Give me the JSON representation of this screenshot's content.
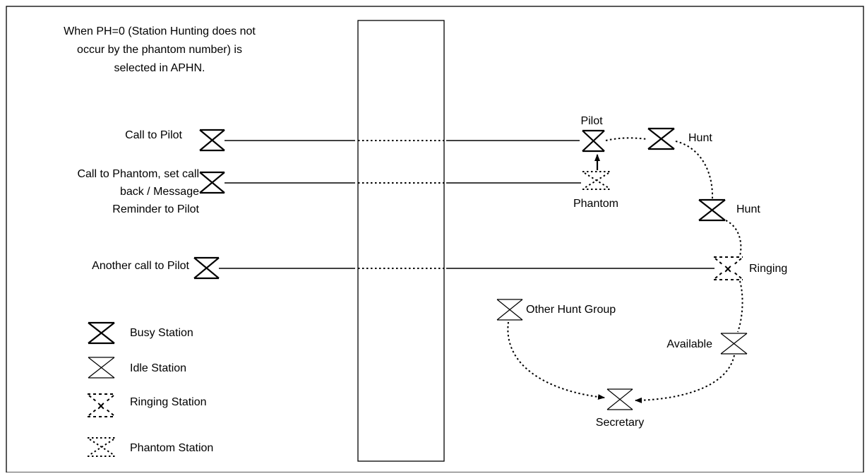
{
  "note": {
    "line1": "When PH=0 (Station Hunting does not",
    "line2": "occur by the phantom number) is",
    "line3": "selected in APHN."
  },
  "calls": {
    "pilot": "Call to Pilot",
    "phantom_line1": "Call to Phantom, set call",
    "phantom_line2": "back / Message",
    "phantom_line3": "Reminder to Pilot",
    "another": "Another call to Pilot"
  },
  "stations": {
    "pilot": "Pilot",
    "phantom": "Phantom",
    "hunt1": "Hunt",
    "hunt2": "Hunt",
    "ringing": "Ringing",
    "available": "Available",
    "secretary": "Secretary",
    "other_hunt_group": "Other Hunt Group"
  },
  "legend": {
    "busy": "Busy Station",
    "idle": "Idle Station",
    "ringing": "Ringing Station",
    "phantom": "Phantom Station"
  }
}
